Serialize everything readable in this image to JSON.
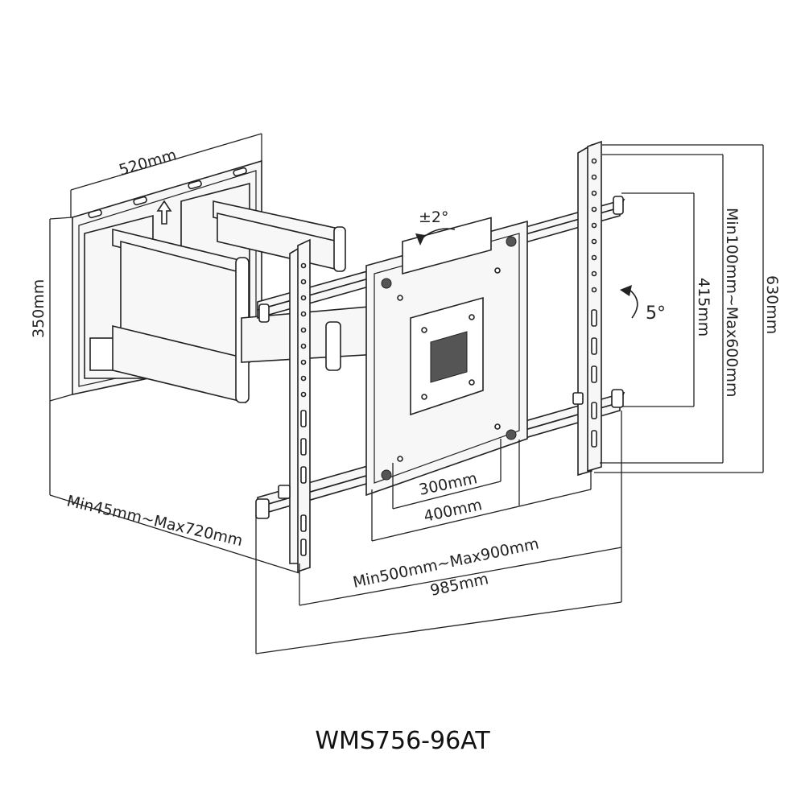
{
  "dimensions": {
    "wall_plate_width": "520mm",
    "wall_plate_height": "350mm",
    "extension": "Min45mm~Max720mm",
    "vesa_horizontal_inner": "300mm",
    "vesa_horizontal_outer": "400mm",
    "arm_spacing": "Min500mm~Max900mm",
    "overall_width": "985mm",
    "tilt": "±2°",
    "swivel": "5°",
    "vesa_vertical_inner": "415mm",
    "vertical_range": "Min100mm~Max600mm",
    "overall_height": "630mm"
  },
  "model": "WMS756-96AT"
}
